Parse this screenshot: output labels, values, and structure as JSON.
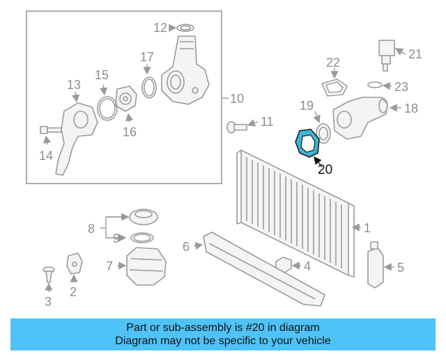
{
  "colors": {
    "banner_bg": "#4fc3f7",
    "highlight_part": "#3fb6d6",
    "line_gray": "#9a9a9a"
  },
  "callouts": {
    "c1": "1",
    "c2": "2",
    "c3": "3",
    "c4": "4",
    "c5": "5",
    "c6": "6",
    "c7": "7",
    "c8": "8",
    "c9": "9",
    "c10": "10",
    "c11": "11",
    "c12": "12",
    "c13": "13",
    "c14": "14",
    "c15": "15",
    "c16": "16",
    "c17": "17",
    "c18": "18",
    "c19": "19",
    "c20": "20",
    "c21": "21",
    "c22": "22",
    "c23": "23"
  },
  "banner": {
    "line1": "Part or sub-assembly is #20 in diagram",
    "line2": "Diagram may not be specific to your vehicle"
  }
}
